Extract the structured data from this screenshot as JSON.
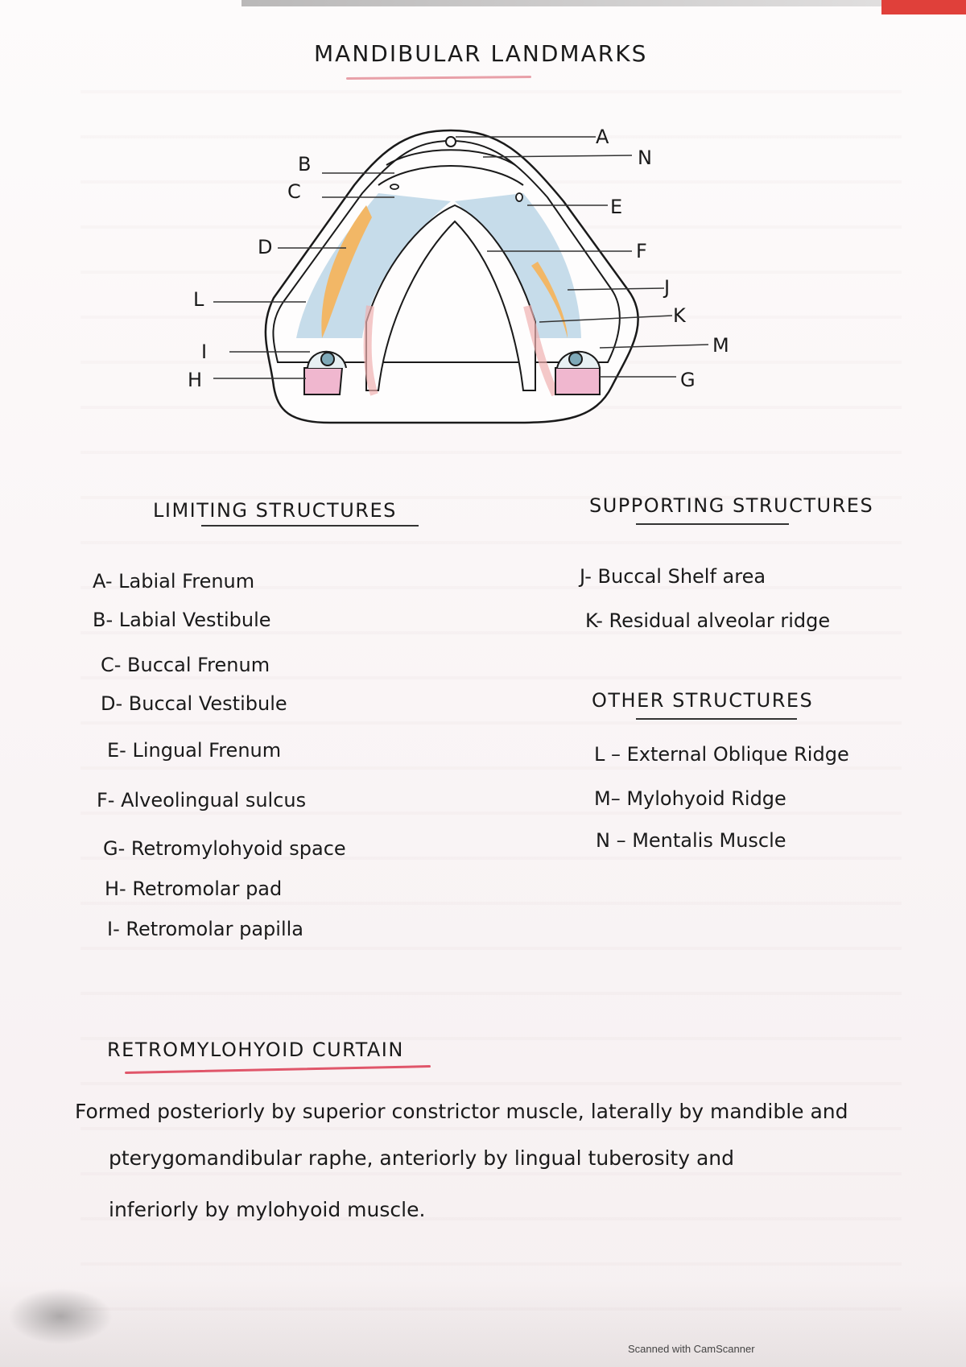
{
  "title": "MANDIBULAR LANDMARKS",
  "diagram_labels": {
    "A": "A",
    "N": "N",
    "B": "B",
    "C": "C",
    "E": "E",
    "D": "D",
    "F": "F",
    "J": "J",
    "L": "L",
    "K": "K",
    "M": "M",
    "I": "I",
    "H": "H",
    "G": "G"
  },
  "limiting": {
    "heading": "LIMITING STRUCTURES",
    "items": [
      "A- Labial Frenum",
      "B- Labial Vestibule",
      "C- Buccal Frenum",
      "D- Buccal Vestibule",
      "E- Lingual Frenum",
      "F- Alveolingual sulcus",
      "G- Retromylohyoid space",
      "H- Retromolar pad",
      "I- Retromolar papilla"
    ]
  },
  "supporting": {
    "heading": "SUPPORTING STRUCTURES",
    "items": [
      "J- Buccal Shelf area",
      "K- Residual alveolar ridge"
    ]
  },
  "other": {
    "heading": "OTHER STRUCTURES",
    "items": [
      "L – External Oblique Ridge",
      "M– Mylohyoid Ridge",
      "N – Mentalis Muscle"
    ]
  },
  "retromylohyoid": {
    "heading": "RETROMYLOHYOID CURTAIN",
    "lines": [
      "Formed posteriorly by superior constrictor muscle, laterally by mandible and",
      "pterygomandibular raphe, anteriorly by lingual tuberosity and",
      "inferiorly by mylohyoid muscle."
    ]
  },
  "footer": "Scanned with CamScanner",
  "colors": {
    "ink": "#1a1a1a",
    "blue_fill": "#bcd6e6",
    "orange_fill": "#f2b766",
    "pink_fill": "#f0b7cf",
    "underline_red": "#e0566a"
  }
}
